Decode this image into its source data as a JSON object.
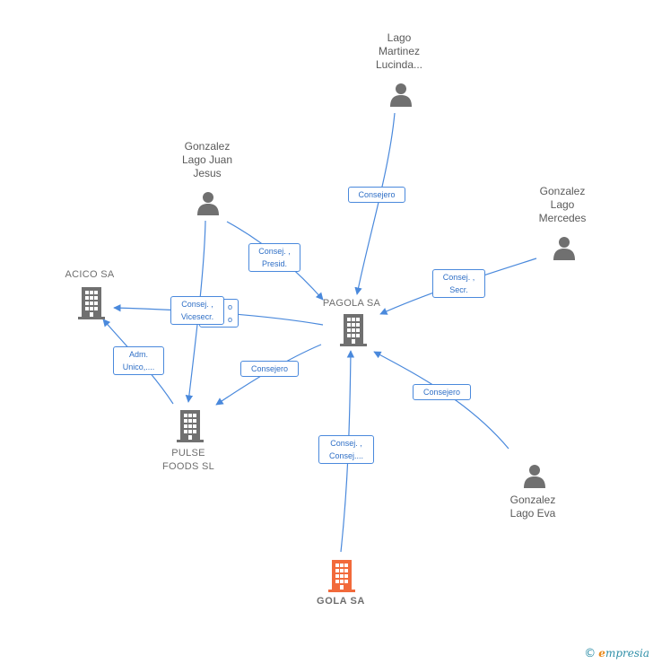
{
  "nodes": {
    "lago_martinez": {
      "label": "Lago\nMartinez\nLucinda...",
      "kind": "person"
    },
    "gonzalez_juan": {
      "label": "Gonzalez\nLago Juan\nJesus",
      "kind": "person"
    },
    "gonzalez_mercedes": {
      "label": "Gonzalez\nLago\nMercedes",
      "kind": "person"
    },
    "gonzalez_eva": {
      "label": "Gonzalez\nLago Eva",
      "kind": "person"
    },
    "acico": {
      "label": "ACICO SA",
      "kind": "company"
    },
    "pagola": {
      "label": "PAGOLA SA",
      "kind": "company"
    },
    "pulse": {
      "label": "PULSE\nFOODS  SL",
      "kind": "company"
    },
    "gola": {
      "label": "GOLA SA",
      "kind": "main-company"
    }
  },
  "edges": {
    "lago_pagola": "Consejero",
    "juan_pagola": "Consej. ,\nPresid.",
    "mercedes_pagola": "Consej. ,\nSecr.",
    "eva_pagola": "Consejero",
    "gola_pagola": "Consej. ,\nConsej....",
    "pagola_pulse": "Consejero",
    "pulse_acico": "Adm.\nUnico,....",
    "juan_acico": "Consej. ,\nVicesecr.",
    "hidden_behind": "o\no"
  },
  "colors": {
    "edge": "#4a89dc",
    "icon": "#707070",
    "main_icon": "#f26a3b"
  },
  "footer": {
    "copyright": "©",
    "brand_first": "e",
    "brand_rest": "mpresia"
  }
}
